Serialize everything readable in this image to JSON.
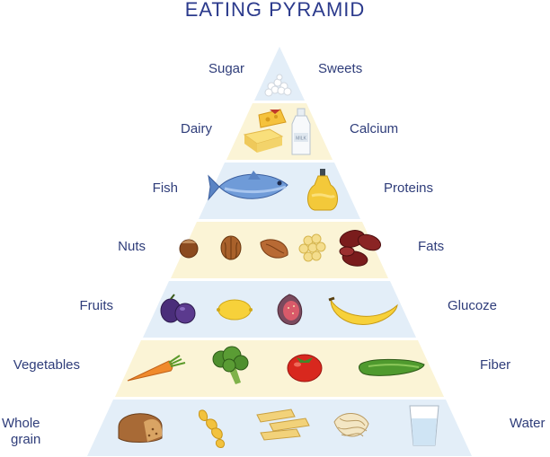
{
  "title": "EATING PYRAMID",
  "colors": {
    "blue_band": "#e3eef8",
    "cream_band": "#fbf4d6",
    "text": "#2f3d7a"
  },
  "levels": [
    {
      "left": "Sugar",
      "right": "Sweets",
      "items": [
        "sugar-icon"
      ]
    },
    {
      "left": "Dairy",
      "right": "Calcium",
      "items": [
        "cheese-icon",
        "butter-icon",
        "milk-bottle-icon"
      ]
    },
    {
      "left": "Fish",
      "right": "Proteins",
      "items": [
        "fish-icon",
        "oil-bottle-icon"
      ]
    },
    {
      "left": "Nuts",
      "right": "Fats",
      "items": [
        "hazelnut-icon",
        "walnut-icon",
        "almond-icon",
        "chickpeas-icon",
        "beans-icon"
      ]
    },
    {
      "left": "Fruits",
      "right": "Glucoze",
      "items": [
        "plum-icon",
        "lemon-icon",
        "fig-icon",
        "banana-icon"
      ]
    },
    {
      "left": "Vegetables",
      "right": "Fiber",
      "items": [
        "carrot-icon",
        "broccoli-icon",
        "tomato-icon",
        "cucumber-icon"
      ]
    },
    {
      "left_line1": "Whole",
      "left_line2": "grain",
      "right": "Water",
      "items": [
        "bread-icon",
        "pasta-icon",
        "penne-icon",
        "noodles-icon",
        "water-glass-icon"
      ]
    }
  ],
  "bottle_label": "MILK"
}
